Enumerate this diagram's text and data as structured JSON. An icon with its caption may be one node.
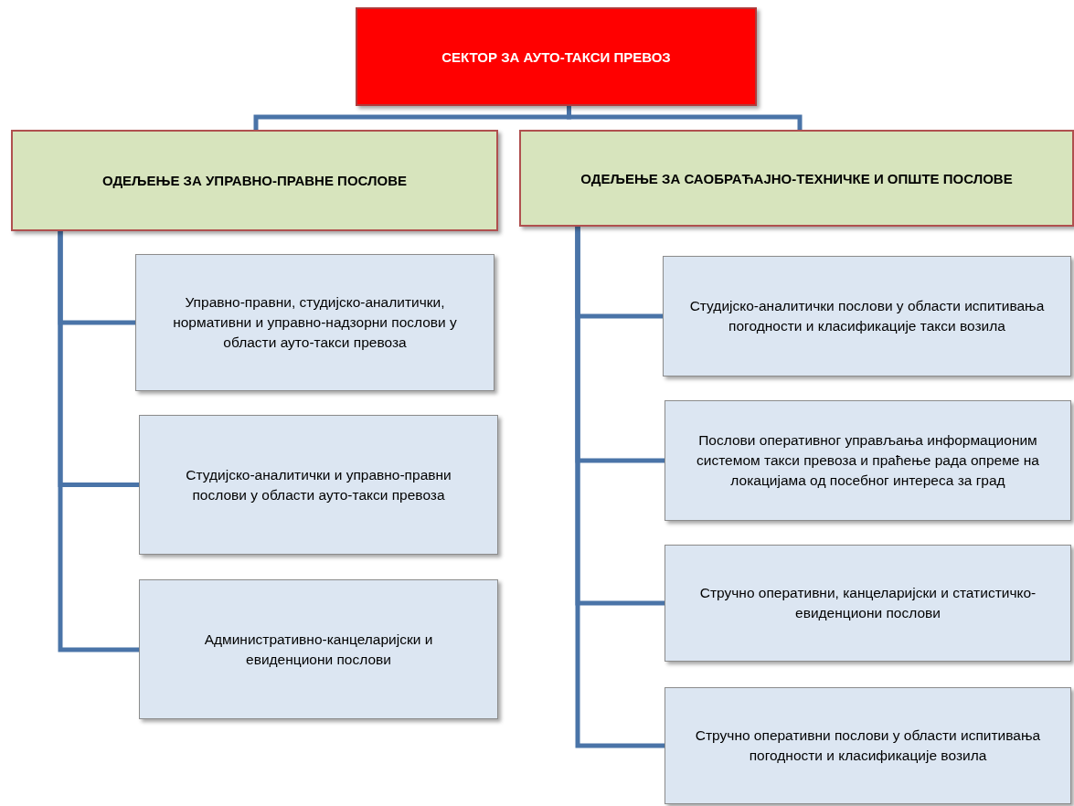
{
  "diagram": {
    "nodes": [
      {
        "text": [
          "СЕКТОР ЗА АУТО-ТАКСИ ПРЕВОЗ"
        ]
      },
      {
        "text": [
          "ОДЕЉЕЊЕ ЗА  УПРАВНО-ПРАВНЕ ПОСЛОВЕ"
        ]
      },
      {
        "text": [
          "ОДЕЉЕЊЕ ЗА САОБРАЋАЈНО-ТЕХНИЧКЕ И ОПШТЕ ПОСЛОВЕ"
        ]
      },
      {
        "text": [
          "Управно-правни, студијско-аналитички, нормативни и управно-надзорни послови у области ауто-такси превоза"
        ]
      },
      {
        "text": [
          "Студијско-аналитички и управно-правни послови у области ауто-такси превоза"
        ]
      },
      {
        "text": [
          "Административно-канцеларијски и евиденциони послови"
        ]
      },
      {
        "text": [
          "Студијско-аналитички послови у области испитивања погодности и класификације такси возила"
        ]
      },
      {
        "text": [
          "Послови оперативног управљања информационим системом такси превоза и праћење рада опреме на локацијама од посебног интереса за град"
        ]
      },
      {
        "text": [
          "Стручно оперативни, канцеларијски и статистичко-евиденциони послови"
        ]
      },
      {
        "text": [
          "Стручно оперативни послови у области испитивања погодности и класификације возила"
        ]
      }
    ],
    "edges": [
      {
        "from": 0,
        "to": 1,
        "arrow": "none"
      },
      {
        "from": 0,
        "to": 2,
        "arrow": "none"
      },
      {
        "from": 1,
        "to": 3,
        "arrow": "none"
      },
      {
        "from": 1,
        "to": 4,
        "arrow": "none"
      },
      {
        "from": 1,
        "to": 5,
        "arrow": "none"
      },
      {
        "from": 2,
        "to": 6,
        "arrow": "none"
      },
      {
        "from": 2,
        "to": 7,
        "arrow": "none"
      },
      {
        "from": 2,
        "to": 8,
        "arrow": "none"
      },
      {
        "from": 2,
        "to": 9,
        "arrow": "none"
      }
    ]
  }
}
